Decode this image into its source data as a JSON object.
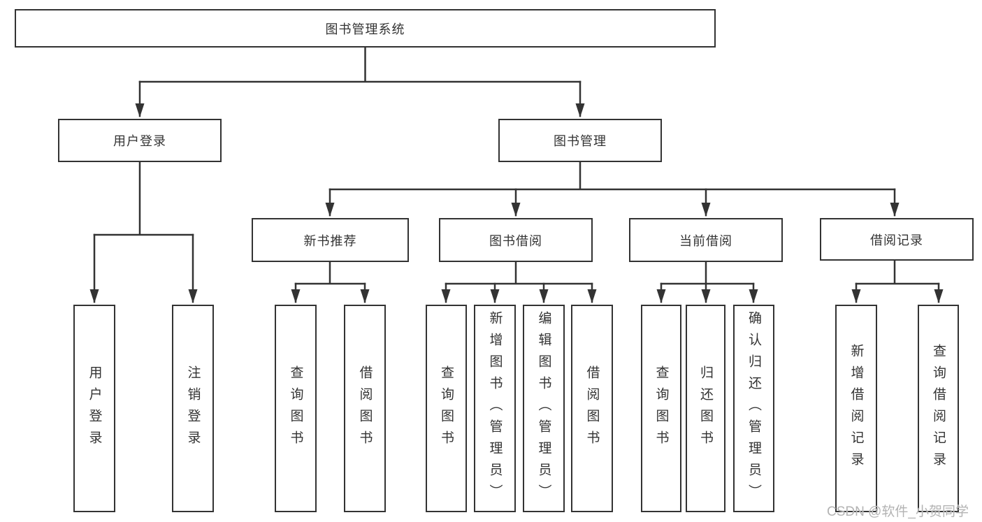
{
  "diagram_title": "图书管理系统",
  "watermark": "CSDN @软件_小贺同学",
  "colors": {
    "line": "#333333",
    "box_border": "#333333",
    "text": "#333333",
    "watermark_text": "#b3b3b3",
    "background": "#ffffff"
  },
  "nodes": {
    "root": {
      "label": "图书管理系统",
      "level": 1
    },
    "user_login": {
      "label": "用户登录",
      "level": 2,
      "parent": "root"
    },
    "book_mgmt": {
      "label": "图书管理",
      "level": 2,
      "parent": "root"
    },
    "new_book_rec": {
      "label": "新书推荐",
      "level": 3,
      "parent": "book_mgmt"
    },
    "book_borrow": {
      "label": "图书借阅",
      "level": 3,
      "parent": "book_mgmt"
    },
    "current_borrow": {
      "label": "当前借阅",
      "level": 3,
      "parent": "book_mgmt"
    },
    "borrow_records": {
      "label": "借阅记录",
      "level": 3,
      "parent": "book_mgmt"
    },
    "leaf_user_login": {
      "label": "用户登录",
      "level": 4,
      "parent": "user_login"
    },
    "leaf_logout": {
      "label": "注销登录",
      "level": 4,
      "parent": "user_login"
    },
    "leaf_rec_query_books": {
      "label": "查询图书",
      "level": 4,
      "parent": "new_book_rec"
    },
    "leaf_rec_borrow_books": {
      "label": "借阅图书",
      "level": 4,
      "parent": "new_book_rec"
    },
    "leaf_bor_query_books": {
      "label": "查询图书",
      "level": 4,
      "parent": "book_borrow"
    },
    "leaf_bor_add_books": {
      "label": "新增图书（管理员）",
      "level": 4,
      "parent": "book_borrow"
    },
    "leaf_bor_edit_books": {
      "label": "编辑图书（管理员）",
      "level": 4,
      "parent": "book_borrow"
    },
    "leaf_bor_borrow_books": {
      "label": "借阅图书",
      "level": 4,
      "parent": "book_borrow"
    },
    "leaf_cur_query_books": {
      "label": "查询图书",
      "level": 4,
      "parent": "current_borrow"
    },
    "leaf_cur_return_books": {
      "label": "归还图书",
      "level": 4,
      "parent": "current_borrow"
    },
    "leaf_cur_confirm_return": {
      "label": "确认归还（管理员）",
      "level": 4,
      "parent": "current_borrow"
    },
    "leaf_brec_add_record": {
      "label": "新增借阅记录",
      "level": 4,
      "parent": "borrow_records"
    },
    "leaf_brec_query_record": {
      "label": "查询借阅记录",
      "level": 4,
      "parent": "borrow_records"
    }
  },
  "edges": [
    [
      "root",
      "user_login"
    ],
    [
      "root",
      "book_mgmt"
    ],
    [
      "user_login",
      "leaf_user_login"
    ],
    [
      "user_login",
      "leaf_logout"
    ],
    [
      "book_mgmt",
      "new_book_rec"
    ],
    [
      "book_mgmt",
      "book_borrow"
    ],
    [
      "book_mgmt",
      "current_borrow"
    ],
    [
      "book_mgmt",
      "borrow_records"
    ],
    [
      "new_book_rec",
      "leaf_rec_query_books"
    ],
    [
      "new_book_rec",
      "leaf_rec_borrow_books"
    ],
    [
      "book_borrow",
      "leaf_bor_query_books"
    ],
    [
      "book_borrow",
      "leaf_bor_add_books"
    ],
    [
      "book_borrow",
      "leaf_bor_edit_books"
    ],
    [
      "book_borrow",
      "leaf_bor_borrow_books"
    ],
    [
      "current_borrow",
      "leaf_cur_query_books"
    ],
    [
      "current_borrow",
      "leaf_cur_return_books"
    ],
    [
      "current_borrow",
      "leaf_cur_confirm_return"
    ],
    [
      "borrow_records",
      "leaf_brec_add_record"
    ],
    [
      "borrow_records",
      "leaf_brec_query_record"
    ]
  ]
}
